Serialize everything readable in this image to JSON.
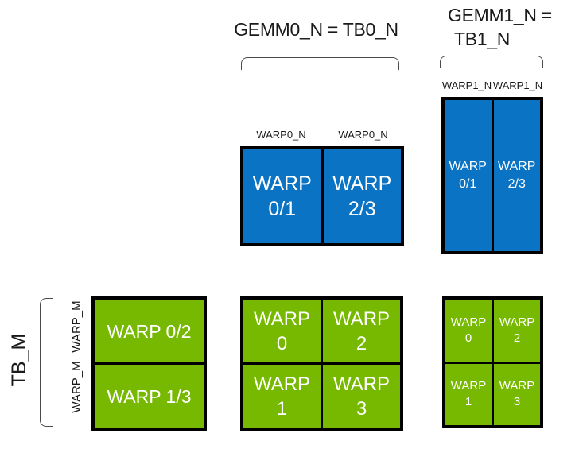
{
  "colors": {
    "tile_blue": "#0a73c4",
    "tile_green": "#76b900",
    "tile_border": "#000000",
    "tile_text": "#ffffff",
    "label_text": "#1a1a1a",
    "bracket": "#4a4a4a"
  },
  "labels": {
    "gemm0": "GEMM0_N = TB0_N",
    "gemm1_line1": "GEMM1_N =",
    "gemm1_line2": "TB1_N",
    "tb_m": "TB_M",
    "warp_m_top": "WARP_M",
    "warp_m_bottom": "WARP_M",
    "warp0_n_left": "WARP0_N",
    "warp0_n_right": "WARP0_N",
    "warp1_n_left": "WARP1_N",
    "warp1_n_right": "WARP1_N"
  },
  "gemm0_accum_tiles": [
    {
      "line1": "WARP",
      "line2": "0/1"
    },
    {
      "line1": "WARP",
      "line2": "2/3"
    }
  ],
  "gemm1_accum_tiles": [
    {
      "line1": "WARP",
      "line2": "0/1"
    },
    {
      "line1": "WARP",
      "line2": "2/3"
    }
  ],
  "tb_m_tiles": [
    {
      "label": "WARP 0/2"
    },
    {
      "label": "WARP 1/3"
    }
  ],
  "gemm0_warp_grid": [
    {
      "line1": "WARP",
      "line2": "0"
    },
    {
      "line1": "WARP",
      "line2": "2"
    },
    {
      "line1": "WARP",
      "line2": "1"
    },
    {
      "line1": "WARP",
      "line2": "3"
    }
  ],
  "gemm1_warp_grid": [
    {
      "line1": "WARP",
      "line2": "0"
    },
    {
      "line1": "WARP",
      "line2": "2"
    },
    {
      "line1": "WARP",
      "line2": "1"
    },
    {
      "line1": "WARP",
      "line2": "3"
    }
  ]
}
